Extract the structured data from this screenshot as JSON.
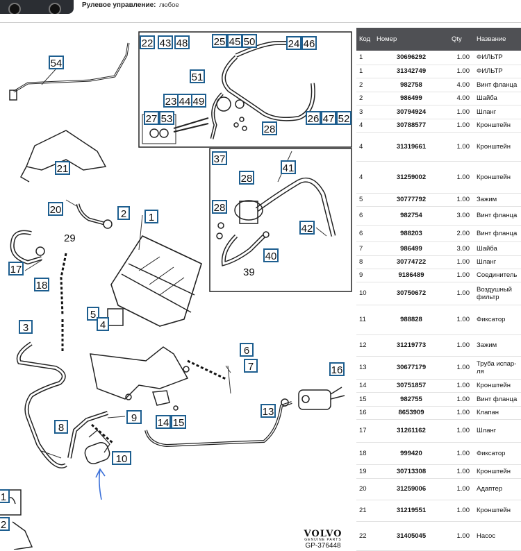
{
  "header": {
    "steering_label": "Рулевое управление:",
    "steering_value": "любое"
  },
  "colors": {
    "callout_border": "#1d5e8f",
    "table_header": "#4f5054",
    "annotation_arrow": "#3a6fd8"
  },
  "callouts": {
    "c54": "54",
    "c22": "22",
    "c43": "43",
    "c48": "48",
    "c25": "25",
    "c45": "45",
    "c50": "50",
    "c24": "24",
    "c46": "46",
    "c51": "51",
    "c23": "23",
    "c44": "44",
    "c49": "49",
    "c27": "27",
    "c53": "53",
    "c26": "26",
    "c47": "47",
    "c52": "52",
    "c28a": "28",
    "c21": "21",
    "c37": "37",
    "c41": "41",
    "c28b": "28",
    "c28c": "28",
    "c42": "42",
    "c40": "40",
    "n39": "39",
    "c20": "20",
    "c2": "2",
    "c1": "1",
    "n29": "29",
    "c17": "17",
    "c18": "18",
    "c5": "5",
    "c4": "4",
    "c3": "3",
    "c6": "6",
    "c7": "7",
    "c16": "16",
    "c13": "13",
    "c9": "9",
    "c14": "14",
    "c15": "15",
    "c8": "8",
    "c10": "10",
    "c11": "1",
    "c12": "2"
  },
  "brand": {
    "name": "VOLVO",
    "tagline": "GENUINE PARTS",
    "code": "GP-376448"
  },
  "table": {
    "headers": [
      "Код",
      "Номер",
      "Qty",
      "Название"
    ],
    "rows": [
      {
        "code": "1",
        "number": "30696292",
        "qty": "1.00",
        "name": "ФИЛЬТР"
      },
      {
        "code": "1",
        "number": "31342749",
        "qty": "1.00",
        "name": "ФИЛЬТР"
      },
      {
        "code": "2",
        "number": "982758",
        "qty": "4.00",
        "name": "Винт фланца"
      },
      {
        "code": "2",
        "number": "986499",
        "qty": "4.00",
        "name": "Шайба"
      },
      {
        "code": "3",
        "number": "30794924",
        "qty": "1.00",
        "name": "Шланг"
      },
      {
        "code": "4",
        "number": "30788577",
        "qty": "1.00",
        "name": "Кронштейн"
      },
      {
        "code": "4",
        "number": "31319661",
        "qty": "1.00",
        "name": "Кронштейн"
      },
      {
        "code": "4",
        "number": "31259002",
        "qty": "1.00",
        "name": "Кронштейн"
      },
      {
        "code": "5",
        "number": "30777792",
        "qty": "1.00",
        "name": "Зажим"
      },
      {
        "code": "6",
        "number": "982754",
        "qty": "3.00",
        "name": "Винт фланца"
      },
      {
        "code": "6",
        "number": "988203",
        "qty": "2.00",
        "name": "Винт фланца"
      },
      {
        "code": "7",
        "number": "986499",
        "qty": "3.00",
        "name": "Шайба"
      },
      {
        "code": "8",
        "number": "30774722",
        "qty": "1.00",
        "name": "Шланг"
      },
      {
        "code": "9",
        "number": "9186489",
        "qty": "1.00",
        "name": "Соединитель"
      },
      {
        "code": "10",
        "number": "30750672",
        "qty": "1.00",
        "name": "Воздушный фильтр"
      },
      {
        "code": "11",
        "number": "988828",
        "qty": "1.00",
        "name": "Фиксатор"
      },
      {
        "code": "12",
        "number": "31219773",
        "qty": "1.00",
        "name": "Зажим"
      },
      {
        "code": "13",
        "number": "30677179",
        "qty": "1.00",
        "name": "Труба испар-ля"
      },
      {
        "code": "14",
        "number": "30751857",
        "qty": "1.00",
        "name": "Кронштейн"
      },
      {
        "code": "15",
        "number": "982755",
        "qty": "1.00",
        "name": "Винт фланца"
      },
      {
        "code": "16",
        "number": "8653909",
        "qty": "1.00",
        "name": "Клапан"
      },
      {
        "code": "17",
        "number": "31261162",
        "qty": "1.00",
        "name": "Шланг"
      },
      {
        "code": "18",
        "number": "999420",
        "qty": "1.00",
        "name": "Фиксатор"
      },
      {
        "code": "19",
        "number": "30713308",
        "qty": "1.00",
        "name": "Кронштейн"
      },
      {
        "code": "20",
        "number": "31259006",
        "qty": "1.00",
        "name": "Адаптер"
      },
      {
        "code": "21",
        "number": "31219551",
        "qty": "1.00",
        "name": "Кронштейн"
      },
      {
        "code": "22",
        "number": "31405045",
        "qty": "1.00",
        "name": "Насос"
      }
    ]
  }
}
